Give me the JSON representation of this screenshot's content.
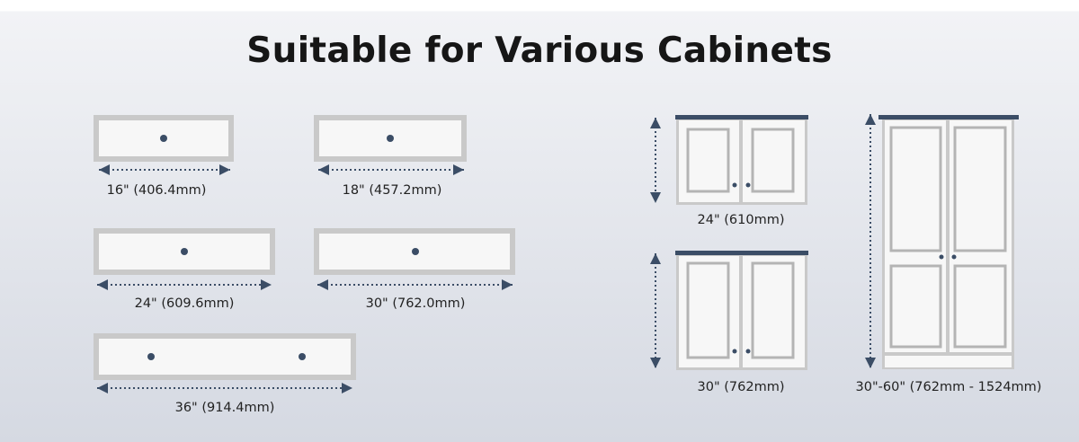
{
  "title": "Suitable for Various Cabinets",
  "colors": {
    "accent": "#3b4d66",
    "frame": "#c9c9c9",
    "panel": "#f7f7f7",
    "door_line": "#b4b4b4"
  },
  "drawers": [
    {
      "label": "16\" (406.4mm)"
    },
    {
      "label": "18\" (457.2mm)"
    },
    {
      "label": "24\" (609.6mm)"
    },
    {
      "label": "30\" (762.0mm)"
    },
    {
      "label": "36\" (914.4mm)"
    }
  ],
  "cabinets": [
    {
      "label": "24\" (610mm)"
    },
    {
      "label": "30\" (762mm)"
    },
    {
      "label": "30\"-60\" (762mm - 1524mm)"
    }
  ]
}
